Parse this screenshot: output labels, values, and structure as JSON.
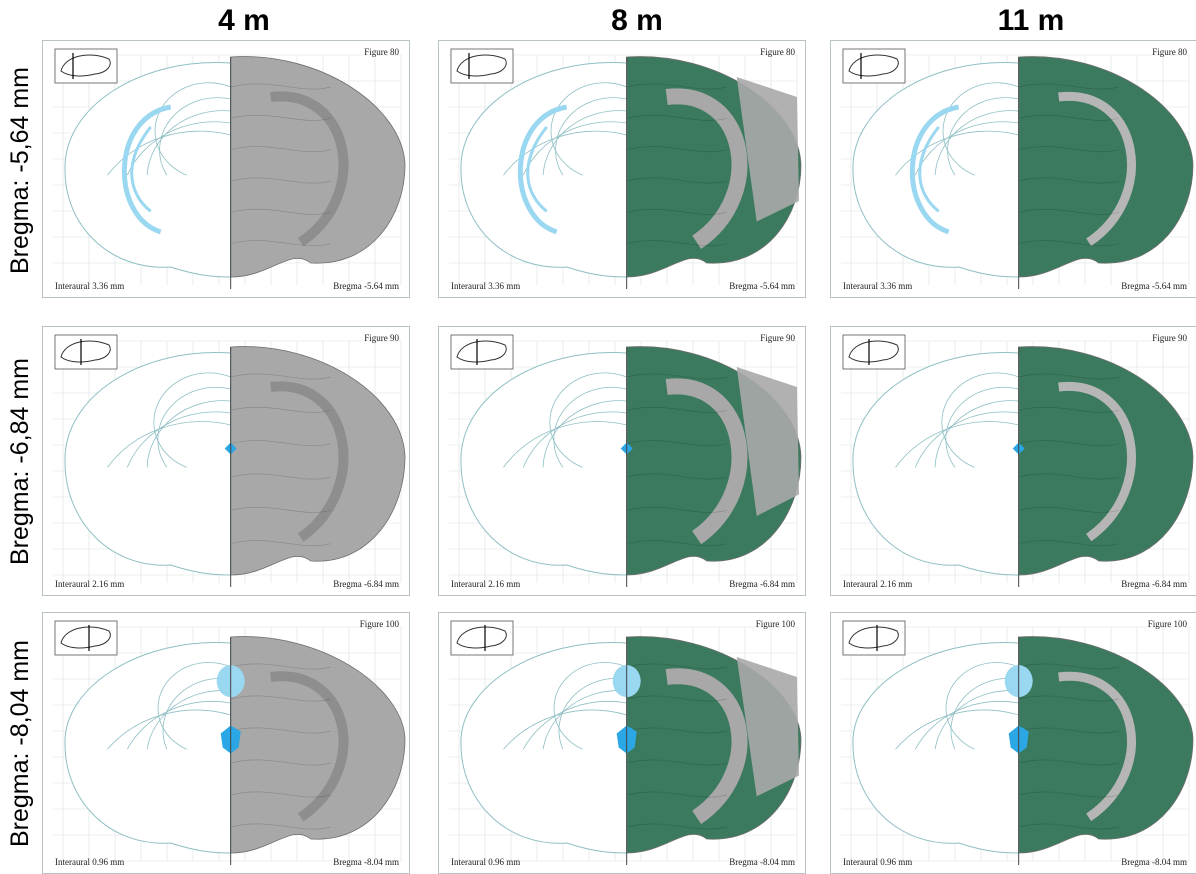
{
  "columns": [
    "4 m",
    "8 m",
    "11 m"
  ],
  "rows": [
    {
      "label": "Bregma: -5,64 mm",
      "figure": "Figure 80",
      "interaural": "Interaural 3.36 mm",
      "bregma": "Bregma -5.64 mm"
    },
    {
      "label": "Bregma: -6,84 mm",
      "figure": "Figure 90",
      "interaural": "Interaural 2.16 mm",
      "bregma": "Bregma -6.84 mm"
    },
    {
      "label": "Bregma: -8,04 mm",
      "figure": "Figure 100",
      "interaural": "Interaural 0.96 mm",
      "bregma": "Bregma -8.04 mm"
    }
  ],
  "colors": {
    "outline": "#8fbfc4",
    "ventricle": "#9ad7f0",
    "ventricle_deep": "#2aa7e4",
    "grey_region": "#a8a8a8",
    "green_region": "#3b7a5e",
    "grid": "#d9e2e3"
  }
}
